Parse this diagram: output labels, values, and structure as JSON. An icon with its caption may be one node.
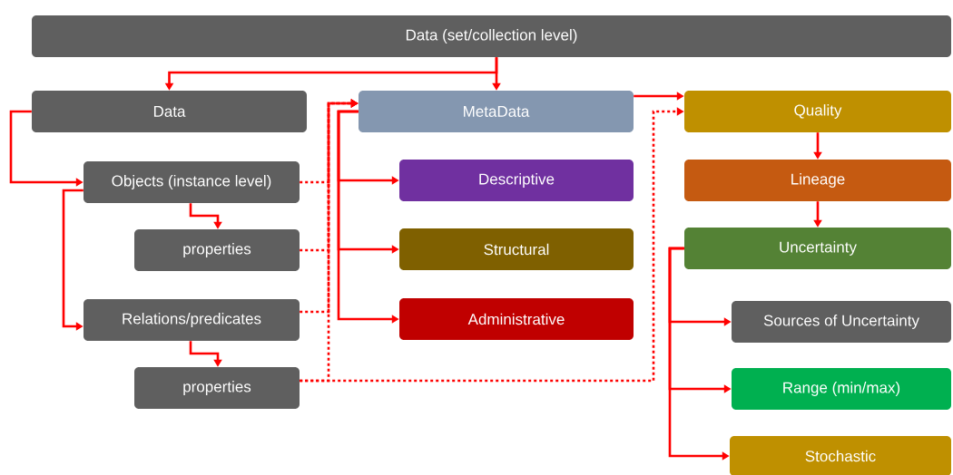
{
  "diagram": {
    "nodes": [
      {
        "text": [
          "Data (set/collection level)"
        ]
      },
      {
        "text": [
          "Data"
        ]
      },
      {
        "text": [
          "MetaData"
        ]
      },
      {
        "text": [
          "Quality"
        ]
      },
      {
        "text": [
          "Objects (instance level)"
        ]
      },
      {
        "text": [
          "Descriptive"
        ]
      },
      {
        "text": [
          "properties"
        ]
      },
      {
        "text": [
          "Structural"
        ]
      },
      {
        "text": [
          "Lineage"
        ]
      },
      {
        "text": [
          "Uncertainty"
        ]
      },
      {
        "text": [
          "Relations/predicates"
        ]
      },
      {
        "text": [
          "Administrative"
        ]
      },
      {
        "text": [
          "Sources of Uncertainty"
        ]
      },
      {
        "text": [
          "properties"
        ]
      },
      {
        "text": [
          "Range (min/max)"
        ]
      },
      {
        "text": [
          "Stochastic"
        ]
      }
    ],
    "edges": [
      {
        "from": 0,
        "to": 1,
        "arrow": "to"
      },
      {
        "from": 0,
        "to": 2,
        "arrow": "to"
      },
      {
        "from": 1,
        "to": 4,
        "arrow": "to"
      },
      {
        "from": 4,
        "to": 6,
        "arrow": "to"
      },
      {
        "from": 4,
        "to": 10,
        "arrow": "to"
      },
      {
        "from": 10,
        "to": 13,
        "arrow": "to"
      },
      {
        "from": 2,
        "to": 5,
        "arrow": "to"
      },
      {
        "from": 2,
        "to": 7,
        "arrow": "to"
      },
      {
        "from": 2,
        "to": 11,
        "arrow": "to"
      },
      {
        "from": 2,
        "to": 3,
        "arrow": "to"
      },
      {
        "from": 4,
        "to": 2,
        "arrow": "to",
        "style": "dashed"
      },
      {
        "from": 6,
        "to": 2,
        "arrow": "to",
        "style": "dashed"
      },
      {
        "from": 10,
        "to": 2,
        "arrow": "to",
        "style": "dashed"
      },
      {
        "from": 13,
        "to": 2,
        "arrow": "to",
        "style": "dashed"
      },
      {
        "from": 13,
        "to": 3,
        "arrow": "to",
        "style": "dashed"
      },
      {
        "from": 3,
        "to": 8,
        "arrow": "to"
      },
      {
        "from": 8,
        "to": 9,
        "arrow": "to"
      },
      {
        "from": 9,
        "to": 12,
        "arrow": "to"
      },
      {
        "from": 9,
        "to": 14,
        "arrow": "to"
      },
      {
        "from": 9,
        "to": 15,
        "arrow": "to"
      }
    ]
  }
}
